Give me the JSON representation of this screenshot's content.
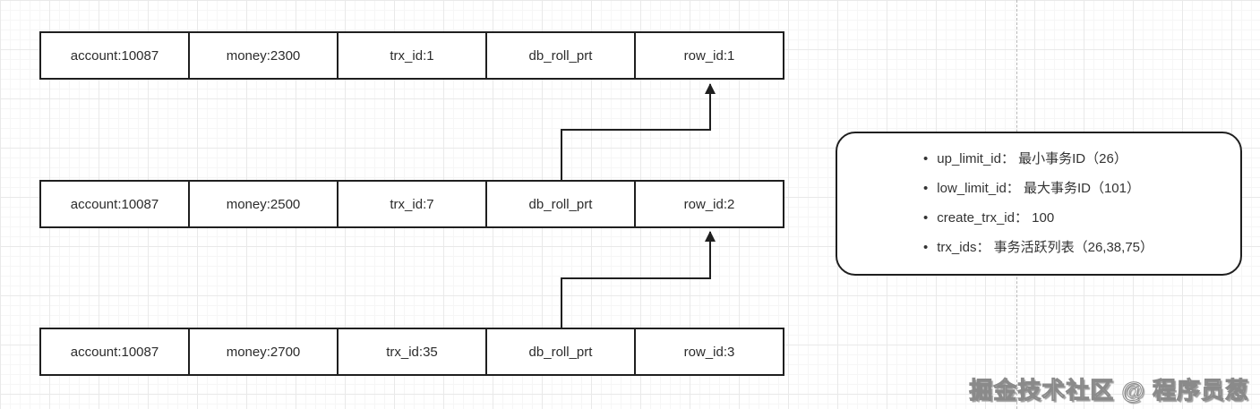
{
  "version_chain": {
    "rows": [
      {
        "cells": [
          "account:10087",
          "money:2300",
          "trx_id:1",
          "db_roll_prt",
          "row_id:1"
        ]
      },
      {
        "cells": [
          "account:10087",
          "money:2500",
          "trx_id:7",
          "db_roll_prt",
          "row_id:2"
        ]
      },
      {
        "cells": [
          "account:10087",
          "money:2700",
          "trx_id:35",
          "db_roll_prt",
          "row_id:3"
        ]
      }
    ]
  },
  "read_view_panel": {
    "bullet": "•",
    "items": [
      "up_limit_id： 最小事务ID（26）",
      "low_limit_id： 最大事务ID（101）",
      "create_trx_id： 100",
      "trx_ids： 事务活跃列表（26,38,75）"
    ]
  },
  "watermark": {
    "text": "掘金技术社区 @ 程序员葱"
  },
  "colors": {
    "line": "#1f1f1f",
    "text": "#2b2b2b",
    "grid_minor": "#f6f6f6",
    "grid_major": "#e9e9e9",
    "page_break": "#b8b8b8"
  }
}
